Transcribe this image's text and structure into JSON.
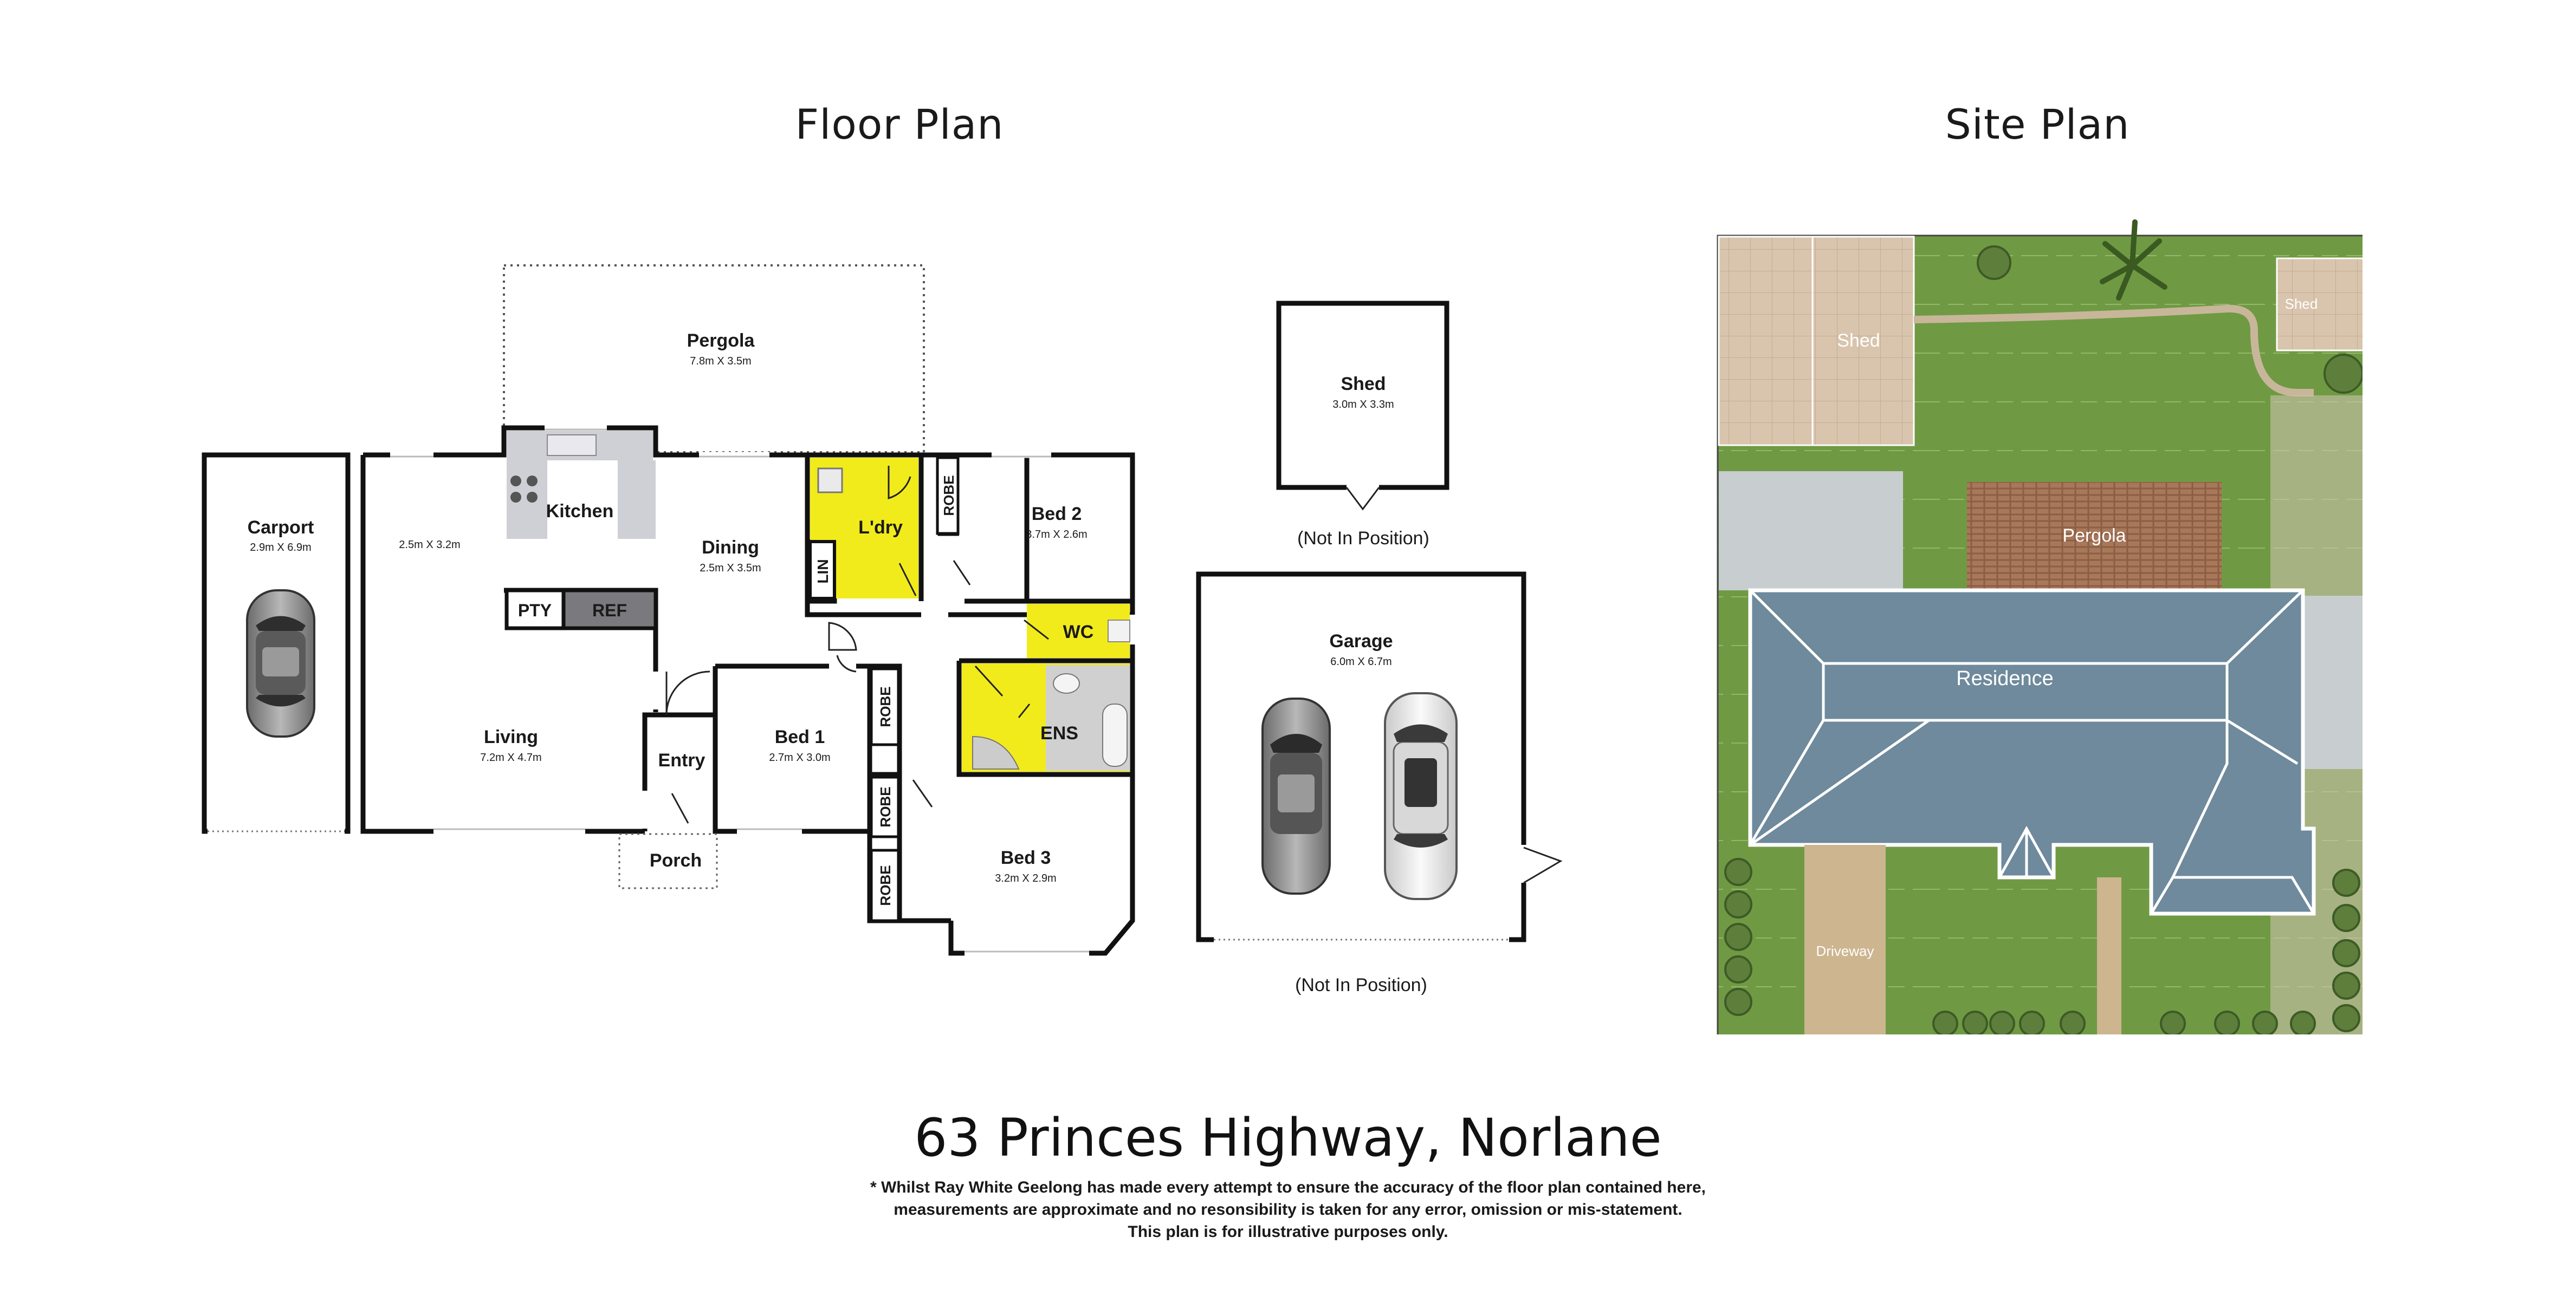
{
  "floor_plan": {
    "title": "Floor Plan",
    "rooms": {
      "pergola": {
        "name": "Pergola",
        "size": "7.8m X 3.5m"
      },
      "carport": {
        "name": "Carport",
        "size": "2.9m X 6.9m"
      },
      "kitchen": {
        "name": "Kitchen"
      },
      "dining": {
        "name": "Dining",
        "size": "2.5m X 3.5m"
      },
      "laundry": {
        "name": "L'dry"
      },
      "bed2": {
        "name": "Bed 2",
        "size": "3.7m X 2.6m"
      },
      "lin": {
        "name": "LIN"
      },
      "robe_bed2": {
        "name": "ROBE"
      },
      "wc": {
        "name": "WC"
      },
      "pty": {
        "name": "PTY"
      },
      "ref": {
        "name": "REF"
      },
      "extra_room_size": "2.5m X 3.2m",
      "living": {
        "name": "Living",
        "size": "7.2m X 4.7m"
      },
      "entry": {
        "name": "Entry"
      },
      "bed1": {
        "name": "Bed 1",
        "size": "2.7m X 3.0m"
      },
      "robe_bed1": {
        "name": "ROBE"
      },
      "ens": {
        "name": "ENS"
      },
      "robe_bed3_a": {
        "name": "ROBE"
      },
      "robe_bed3_b": {
        "name": "ROBE"
      },
      "bed3": {
        "name": "Bed 3",
        "size": "3.2m X 2.9m"
      },
      "porch": {
        "name": "Porch"
      }
    },
    "shed": {
      "name": "Shed",
      "size": "3.0m X 3.3m",
      "note": "(Not In Position)"
    },
    "garage": {
      "name": "Garage",
      "size": "6.0m X 6.7m",
      "note": "(Not In Position)"
    }
  },
  "site_plan": {
    "title": "Site Plan",
    "labels": {
      "shed_large": "Shed",
      "shed_small": "Shed",
      "pergola": "Pergola",
      "residence": "Residence",
      "driveway": "Driveway"
    }
  },
  "address": "63 Princes Highway, Norlane",
  "disclaimer": [
    "* Whilst Ray White Geelong has made every attempt to ensure the accuracy of the floor plan contained here,",
    "measurements are approximate and no resonsibility is taken for any error, omission or mis-statement.",
    "This plan is for illustrative purposes only."
  ],
  "colors": {
    "wet_area": "#f2eb1c",
    "wall": "#111111",
    "roof": "#6e8a9c",
    "lawn": "#6f9a43",
    "paving": "#d9c4ad",
    "pergola_deck": "#a8785a",
    "driveway": "#cdb590"
  }
}
